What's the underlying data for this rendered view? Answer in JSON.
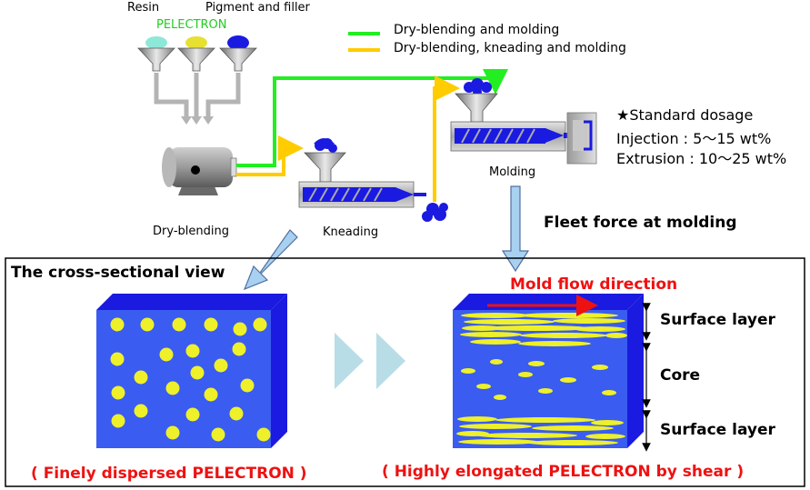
{
  "inputs": {
    "resin": "Resin",
    "pelectron": "PELECTRON",
    "pigment": "Pigment and filler"
  },
  "legend": [
    {
      "label": "Dry-blending and molding",
      "color": "#22ee22"
    },
    {
      "label": "Dry-blending, kneading and molding",
      "color": "#ffcc00"
    }
  ],
  "steps": {
    "dry_blending": "Dry-blending",
    "kneading": "Kneading",
    "molding": "Molding"
  },
  "dosage": {
    "title": "★Standard dosage",
    "injection": "Injection : 5～15 wt%",
    "extrusion": "Extrusion : 10～25 wt%"
  },
  "fleet_force": "Fleet force at molding",
  "cross_section": {
    "title": "The cross-sectional view",
    "mold_flow": "Mold flow direction",
    "surface_top": "Surface layer",
    "core": "Core",
    "surface_bottom": "Surface layer",
    "caption_left": "( Finely dispersed PELECTRON )",
    "caption_right": "( Highly elongated PELECTRON  by shear )"
  },
  "colors": {
    "pellet_blue": "#1a1ae0",
    "block_blue": "#3a5cf0",
    "dot_yellow": "#eef02a",
    "caption_red": "#ee1111",
    "resin_teal": "#8ee8d8",
    "pelectron_green": "#22cc22"
  }
}
